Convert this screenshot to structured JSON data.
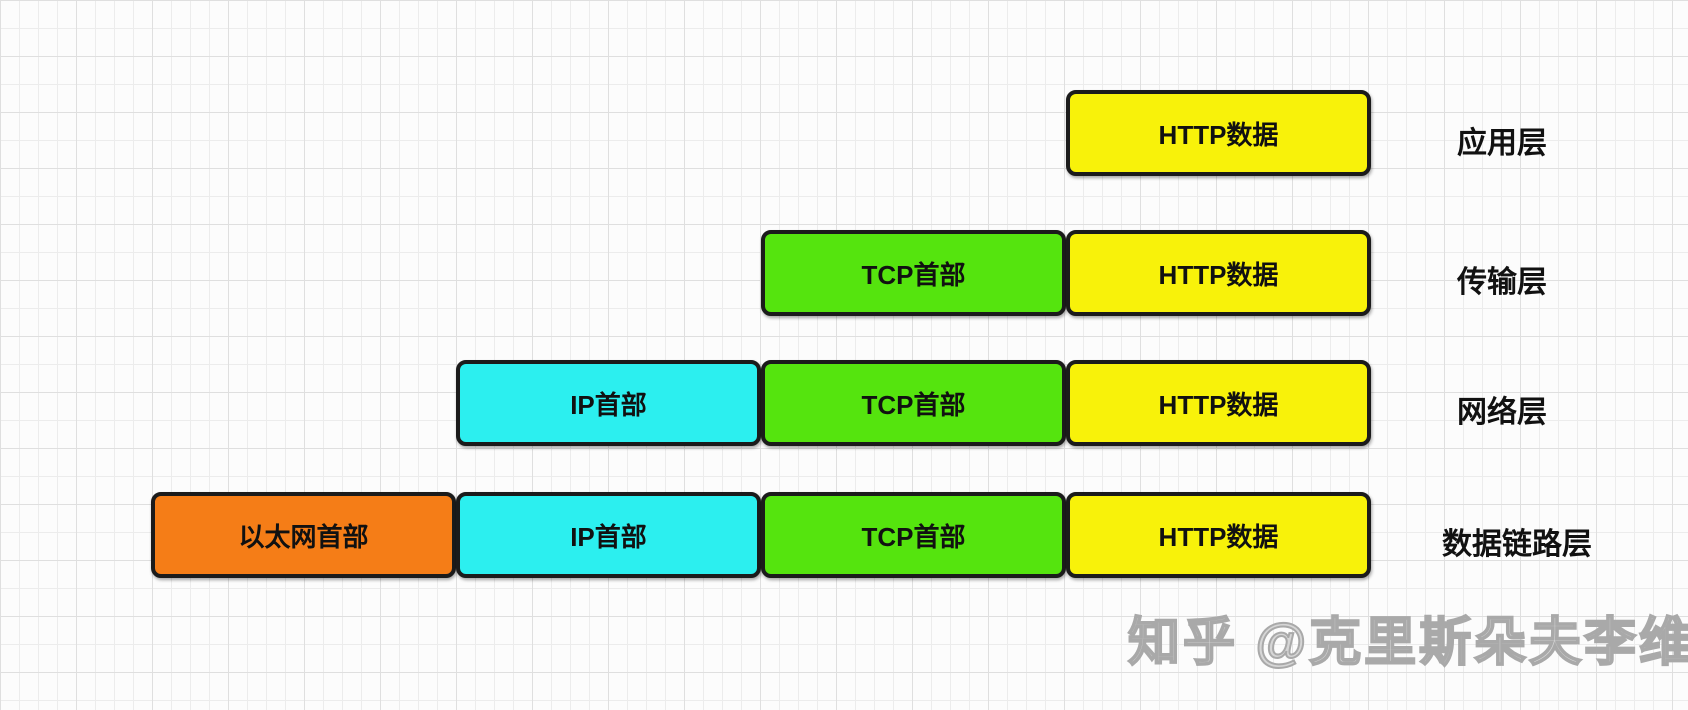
{
  "diagram": {
    "description": "TCP/IP encapsulation diagram",
    "layers": [
      {
        "name": "应用层",
        "segments": [
          {
            "text": "HTTP数据",
            "fill": "#f8f20a"
          }
        ]
      },
      {
        "name": "传输层",
        "segments": [
          {
            "text": "TCP首部",
            "fill": "#55e40e"
          },
          {
            "text": "HTTP数据",
            "fill": "#f8f20a"
          }
        ]
      },
      {
        "name": "网络层",
        "segments": [
          {
            "text": "IP首部",
            "fill": "#2cefef"
          },
          {
            "text": "TCP首部",
            "fill": "#55e40e"
          },
          {
            "text": "HTTP数据",
            "fill": "#f8f20a"
          }
        ]
      },
      {
        "name": "数据链路层",
        "segments": [
          {
            "text": "以太网首部",
            "fill": "#f57d17"
          },
          {
            "text": "IP首部",
            "fill": "#2cefef"
          },
          {
            "text": "TCP首部",
            "fill": "#55e40e"
          },
          {
            "text": "HTTP数据",
            "fill": "#f8f20a"
          }
        ]
      }
    ],
    "colors": {
      "yellow": "#f8f20a",
      "green": "#55e40e",
      "cyan": "#2cefef",
      "orange": "#f57d17",
      "border": "#1b1b1b",
      "grid_line": "#ececec",
      "background": "#fcfcfc"
    }
  },
  "watermark": {
    "full": "知乎 @克里斯朵夫李维"
  }
}
